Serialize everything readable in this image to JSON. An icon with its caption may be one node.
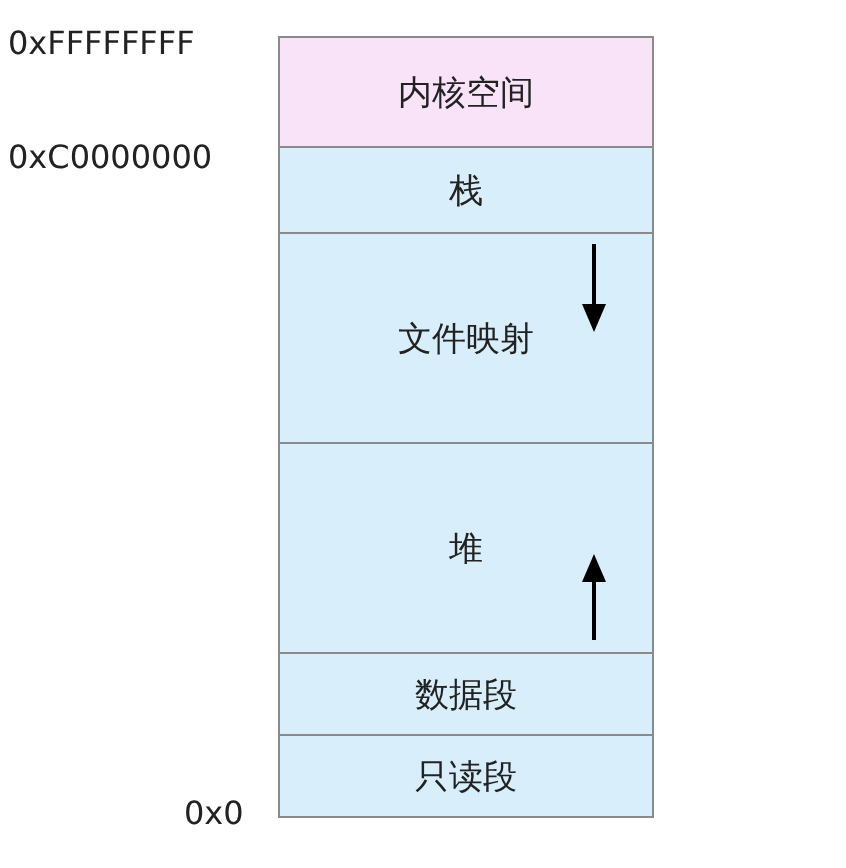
{
  "diagram": {
    "nodes": [
      {
        "text": [
          "内核空间"
        ]
      },
      {
        "text": [
          "栈"
        ]
      },
      {
        "text": [
          "文件映射"
        ]
      },
      {
        "text": [
          "堆"
        ]
      },
      {
        "text": [
          "数据段"
        ]
      },
      {
        "text": [
          "只读段"
        ]
      }
    ],
    "labels": [
      "0xFFFFFFFF",
      "0xC0000000",
      "0x0"
    ]
  }
}
